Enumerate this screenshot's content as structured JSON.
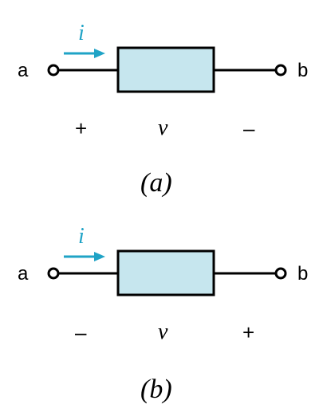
{
  "colors": {
    "element_fill": "#c6e6ee",
    "current_arrow": "#1fa3c6",
    "wire": "#000000"
  },
  "panels": [
    {
      "terminal_left": "a",
      "terminal_right": "b",
      "current": "i",
      "polarity_left": "+",
      "voltage": "v",
      "polarity_right": "–",
      "caption": "(a)"
    },
    {
      "terminal_left": "a",
      "terminal_right": "b",
      "current": "i",
      "polarity_left": "–",
      "voltage": "v",
      "polarity_right": "+",
      "caption": "(b)"
    }
  ]
}
